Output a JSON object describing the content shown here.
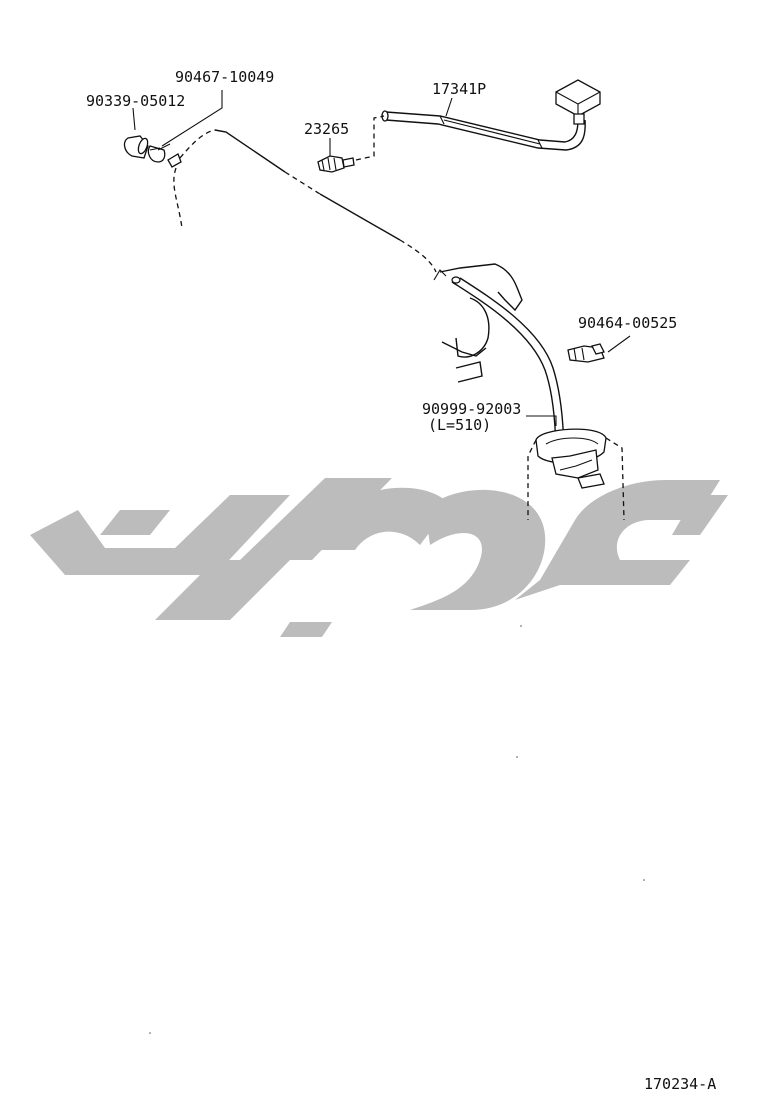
{
  "diagram": {
    "part_labels": [
      {
        "id": "p1",
        "text": "90467-10049"
      },
      {
        "id": "p2",
        "text": "90339-05012"
      },
      {
        "id": "p3",
        "text": "17341P"
      },
      {
        "id": "p4",
        "text": "23265"
      },
      {
        "id": "p5",
        "text": "90464-00525"
      },
      {
        "id": "p6",
        "text": "90999-92003"
      },
      {
        "id": "p7",
        "text": "(L=510)"
      }
    ],
    "figure_code": "170234-A"
  },
  "colors": {
    "line": "#111111",
    "watermark": "#b9b9b9",
    "background": "#ffffff"
  }
}
